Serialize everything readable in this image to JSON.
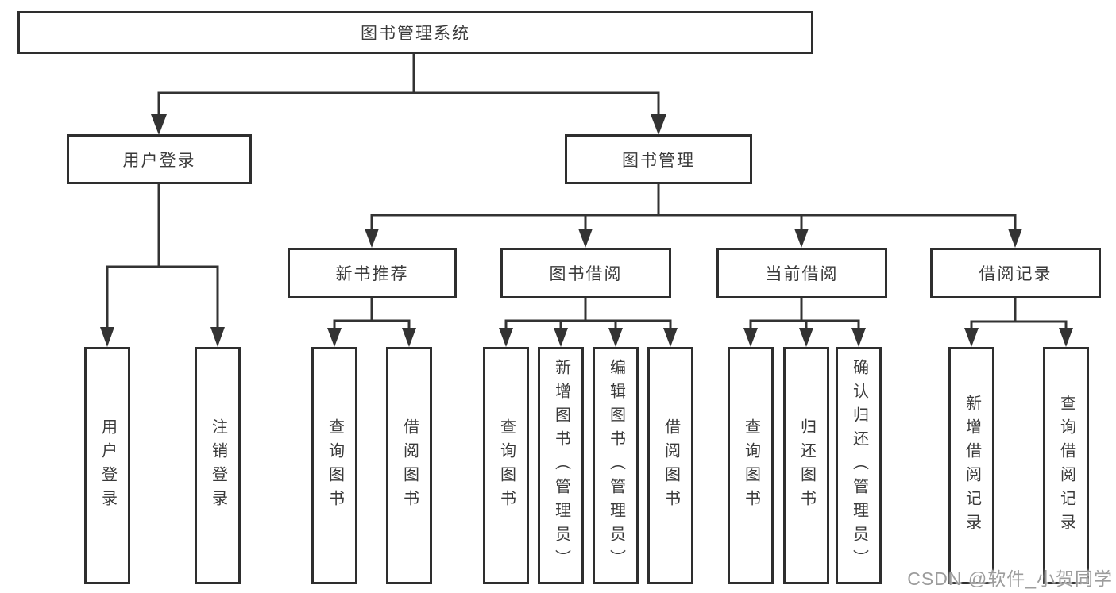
{
  "nodes": {
    "root": "图书管理系统",
    "user_login": "用户登录",
    "book_management": "图书管理",
    "new_book_recommend": "新书推荐",
    "book_borrow": "图书借阅",
    "current_borrow": "当前借阅",
    "borrow_records": "借阅记录",
    "leaf_user_login": "用户登录",
    "leaf_logout_login": "注销登录",
    "leaf_nbr_query_books": "查询图书",
    "leaf_nbr_borrow_books": "借阅图书",
    "leaf_bb_query_books": "查询图书",
    "leaf_bb_add_books": "新增图书（管理员）",
    "leaf_bb_edit_books": "编辑图书（管理员）",
    "leaf_bb_borrow_books": "借阅图书",
    "leaf_cb_query_books": "查询图书",
    "leaf_cb_return_books": "归还图书",
    "leaf_cb_confirm_return": "确认归还（管理员）",
    "leaf_br_add_record": "新增借阅记录",
    "leaf_br_query_record": "查询借阅记录"
  },
  "watermark": {
    "text": "CSDN @软件_小贺同学"
  },
  "colors": {
    "line": "#333333",
    "box_border": "#2e2e2e",
    "box_background": "#ffffff",
    "text": "#3a3a3a",
    "watermark": "#9c9c9c",
    "page_background": "#ffffff"
  }
}
